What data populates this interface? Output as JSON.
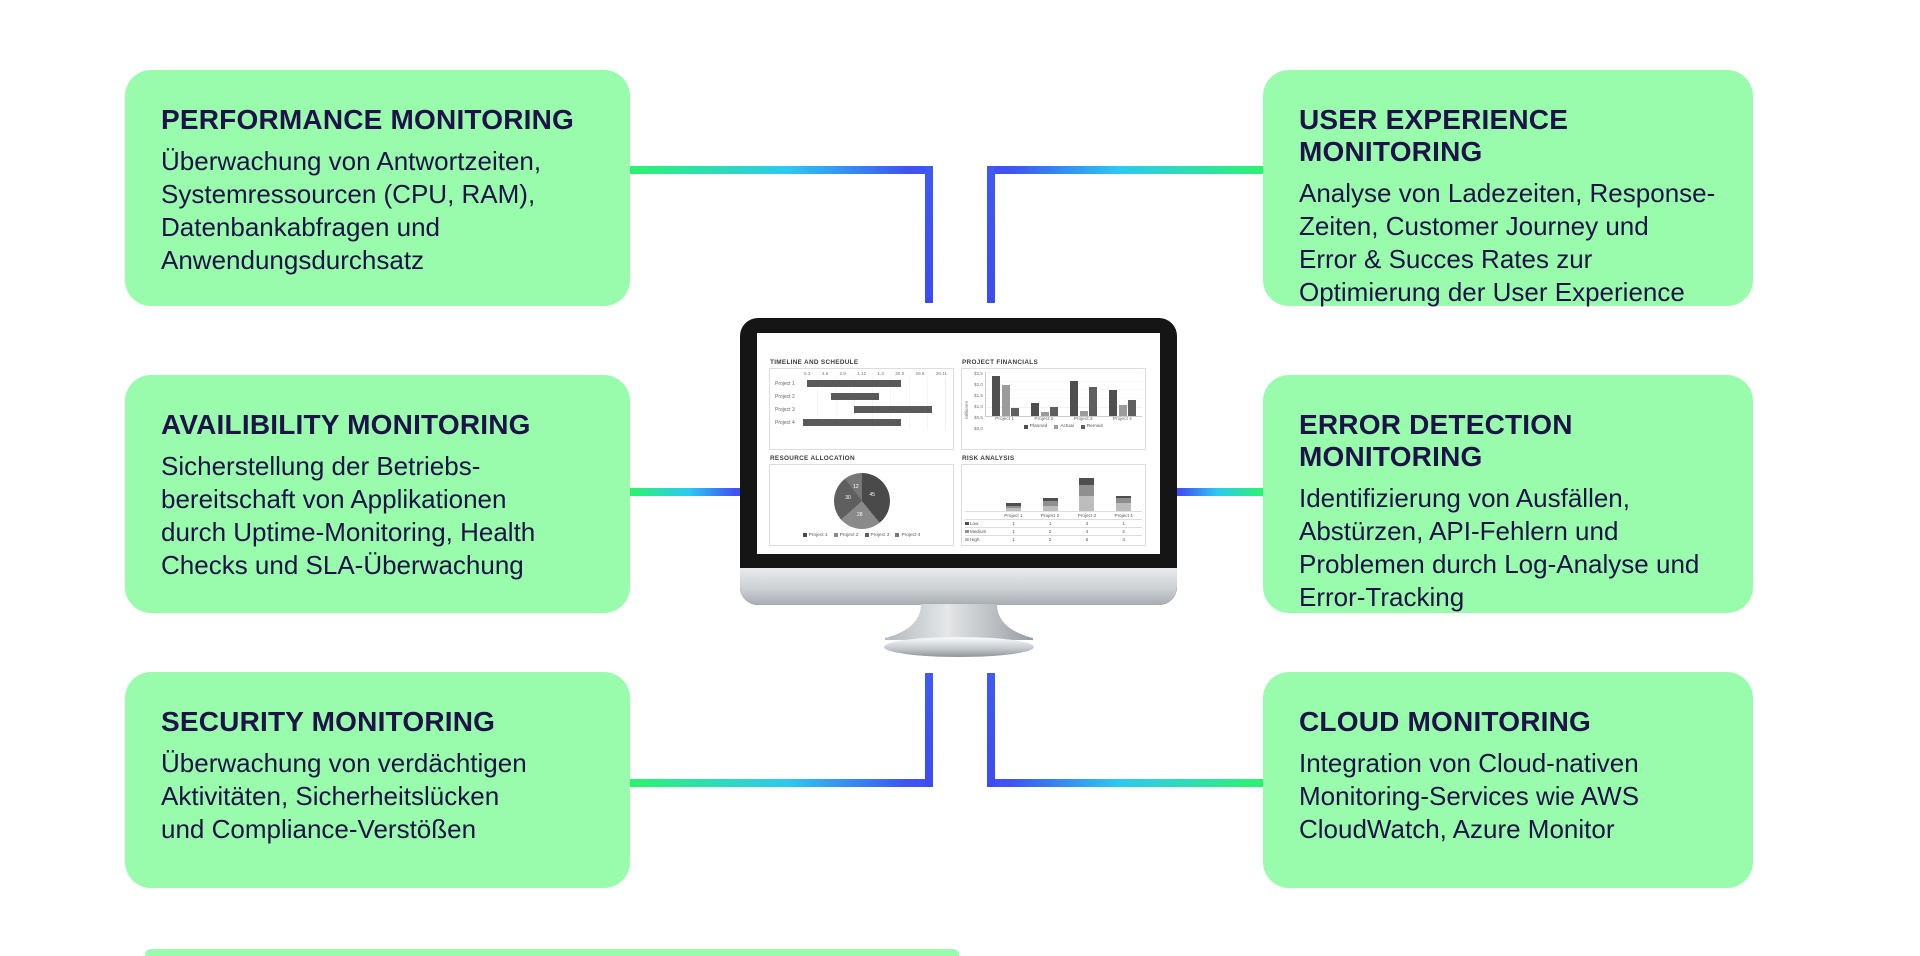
{
  "colors": {
    "box_green": "#99FBAC",
    "text_dark": "#1E1248",
    "line_green": "#2CF273",
    "line_cyan": "#2CC9F1",
    "line_blue": "#3F52F3",
    "monitor_bezel": "#151515",
    "bar_gray_dark": "#4F4F4F",
    "bar_gray_mid": "#8F8F8F",
    "bar_gray_light": "#BDBDBD"
  },
  "boxes": {
    "performance": {
      "title": "PERFORMANCE MONITORING",
      "lines": [
        "Überwachung von Antwortzeiten,",
        "Systemressourcen (CPU, RAM),",
        "Datenbankabfragen und",
        "Anwendungsdurchsatz"
      ]
    },
    "availability": {
      "title": "AVAILIBILITY MONITORING",
      "lines": [
        "Sicherstellung der Betriebs-",
        "bereitschaft von Applikationen",
        "durch Uptime-Monitoring, Health",
        "Checks und SLA-Überwachung"
      ]
    },
    "security": {
      "title": "SECURITY MONITORING",
      "lines": [
        "Überwachung von verdächtigen",
        "Aktivitäten, Sicherheitslücken",
        "und Compliance-Verstößen"
      ]
    },
    "user_experience": {
      "title": "USER EXPERIENCE  MONITORING",
      "lines": [
        "Analyse von Ladezeiten, Response-",
        "Zeiten, Customer Journey und",
        "Error & Succes Rates zur",
        "Optimierung der User Experience"
      ]
    },
    "error_detection": {
      "title": "ERROR DETECTION MONITORING",
      "lines": [
        "Identifizierung von Ausfällen,",
        "Abstürzen, API-Fehlern und",
        "Problemen durch Log-Analyse und",
        "Error-Tracking"
      ]
    },
    "cloud": {
      "title": "CLOUD MONITORING",
      "lines": [
        "Integration von Cloud-nativen",
        "Monitoring-Services wie AWS",
        "CloudWatch, Azure Monitor"
      ]
    }
  },
  "chart_data": [
    {
      "type": "bar",
      "variant": "gantt",
      "title": "TIMELINE AND SCHEDULE",
      "x_tick_labels": [
        "6.3",
        "4.6",
        "2.9",
        "1.12",
        "1.3",
        "30.5",
        "28.8",
        "26.11"
      ],
      "categories": [
        "Project 1",
        "Project 2",
        "Project 3",
        "Project 4"
      ],
      "bars_pct": [
        [
          5,
          69
        ],
        [
          21,
          54
        ],
        [
          37,
          90
        ],
        [
          2,
          69
        ]
      ],
      "bar_color": "#5a5a5a",
      "grid": true
    },
    {
      "type": "bar",
      "variant": "grouped",
      "title": "PROJECT FINANCIALS",
      "categories": [
        "Project 1",
        "Project 2",
        "Project 3",
        "Project 4"
      ],
      "series": [
        {
          "name": "Planned",
          "values": [
            2.25,
            0.75,
            2.0,
            1.5
          ],
          "color": "#4F4F4F"
        },
        {
          "name": "Actual",
          "values": [
            1.75,
            0.25,
            0.3,
            0.6
          ],
          "color": "#9B9B9B"
        },
        {
          "name": "Remain",
          "values": [
            0.45,
            0.5,
            1.65,
            0.9
          ],
          "color": "#5F5F5F"
        }
      ],
      "ylabel": "Millionen",
      "y_tick_labels": [
        "$0,0",
        "$0,5",
        "$1,0",
        "$1,5",
        "$2,0",
        "$2,5"
      ],
      "ylim": [
        0,
        2.5
      ],
      "grid": true,
      "legend_position": "bottom"
    },
    {
      "type": "pie",
      "title": "RESOURCE ALLOCATION",
      "categories": [
        "Project 1",
        "Project 2",
        "Project 3",
        "Project 4"
      ],
      "values": [
        45,
        28,
        30,
        12
      ],
      "slice_labels": [
        "45",
        "28",
        "30",
        "12"
      ],
      "slice_colors": [
        "#4A4A4A",
        "#8A8A8A",
        "#5F5F5F",
        "#777777"
      ],
      "legend_position": "bottom"
    },
    {
      "type": "bar",
      "variant": "stacked-table",
      "title": "RISK ANALYSIS",
      "categories": [
        "Project 1",
        "Project 2",
        "Project 3",
        "Project 4"
      ],
      "series": [
        {
          "name": "Low",
          "values": [
            1,
            1,
            3,
            1
          ],
          "color": "#4F4F4F"
        },
        {
          "name": "Medium",
          "values": [
            1,
            2,
            4,
            2
          ],
          "color": "#8F8F8F"
        },
        {
          "name": "High",
          "values": [
            1,
            2,
            6,
            3
          ],
          "color": "#BDBDBD"
        }
      ]
    }
  ]
}
